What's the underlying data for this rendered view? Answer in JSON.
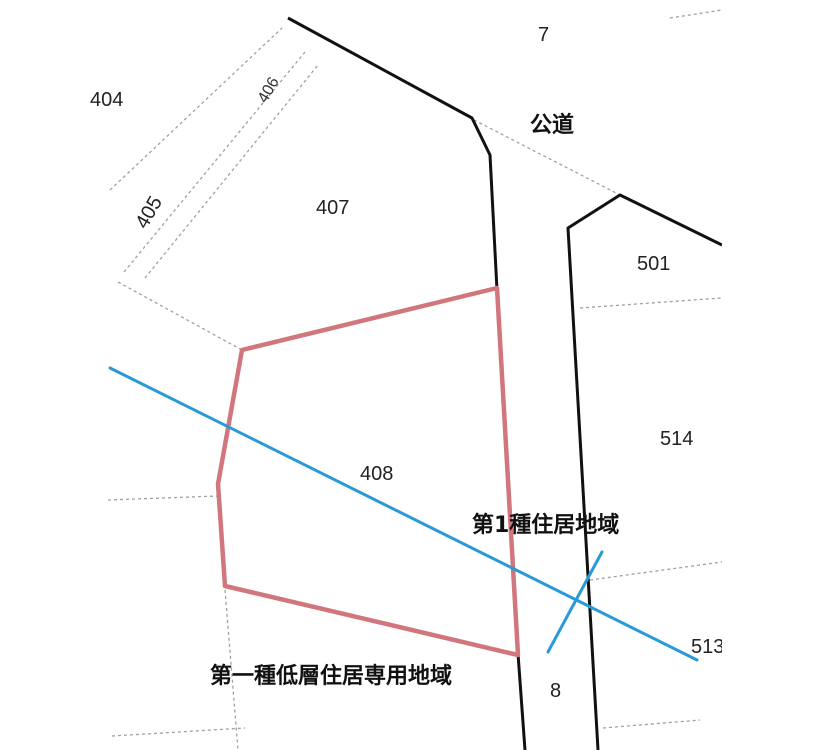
{
  "map": {
    "road_label": "公道",
    "zones": {
      "upper": "第1種住居地域",
      "lower": "第一種低層住居専用地域"
    },
    "parcels": {
      "p7": "7",
      "p404": "404",
      "p405": "405",
      "p406": "406",
      "p407": "407",
      "p408": "408",
      "p501": "501",
      "p514": "514",
      "p513": "513",
      "p8": "8"
    },
    "colors": {
      "subject_parcel_outline": "#d1767c",
      "zone_boundary": "#2a9ad6",
      "road_edge": "#111111",
      "lot_lines": "#9a9a9a"
    }
  }
}
